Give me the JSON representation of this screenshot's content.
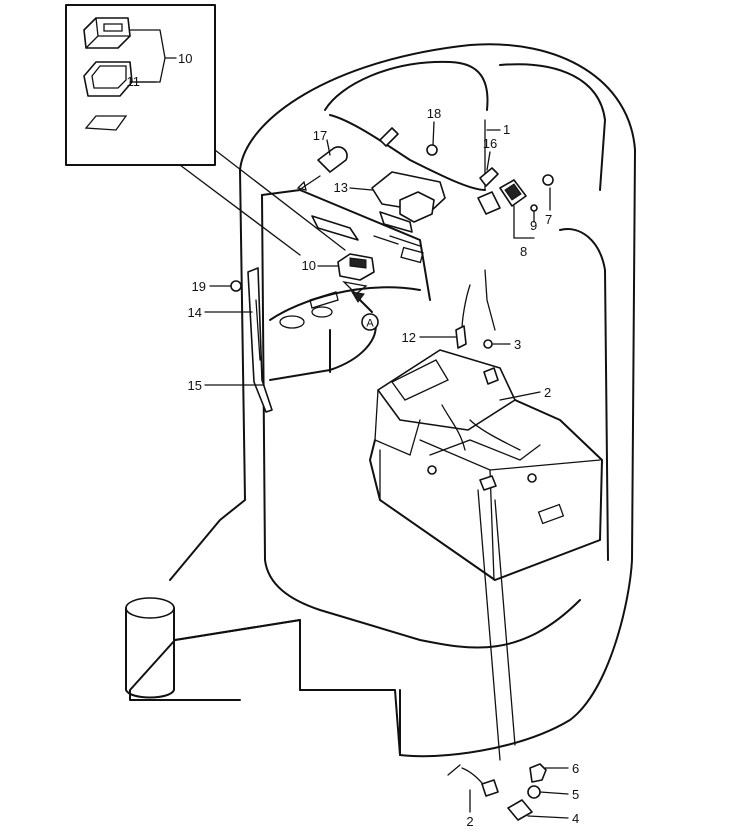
{
  "callouts": [
    {
      "key": "c10a",
      "text": "10"
    },
    {
      "key": "c11",
      "text": "11"
    },
    {
      "key": "c18",
      "text": "18"
    },
    {
      "key": "c1",
      "text": "1"
    },
    {
      "key": "c17",
      "text": "17"
    },
    {
      "key": "c16",
      "text": "16"
    },
    {
      "key": "c13",
      "text": "13"
    },
    {
      "key": "c7",
      "text": "7"
    },
    {
      "key": "c9",
      "text": "9"
    },
    {
      "key": "c8",
      "text": "8"
    },
    {
      "key": "c10b",
      "text": "10"
    },
    {
      "key": "c19",
      "text": "19"
    },
    {
      "key": "c14",
      "text": "14"
    },
    {
      "key": "c12",
      "text": "12"
    },
    {
      "key": "c3",
      "text": "3"
    },
    {
      "key": "c15",
      "text": "15"
    },
    {
      "key": "c2a",
      "text": "2"
    },
    {
      "key": "c6",
      "text": "6"
    },
    {
      "key": "c5",
      "text": "5"
    },
    {
      "key": "c4",
      "text": "4"
    },
    {
      "key": "c2b",
      "text": "2"
    }
  ],
  "view_marker": {
    "text": "A"
  }
}
